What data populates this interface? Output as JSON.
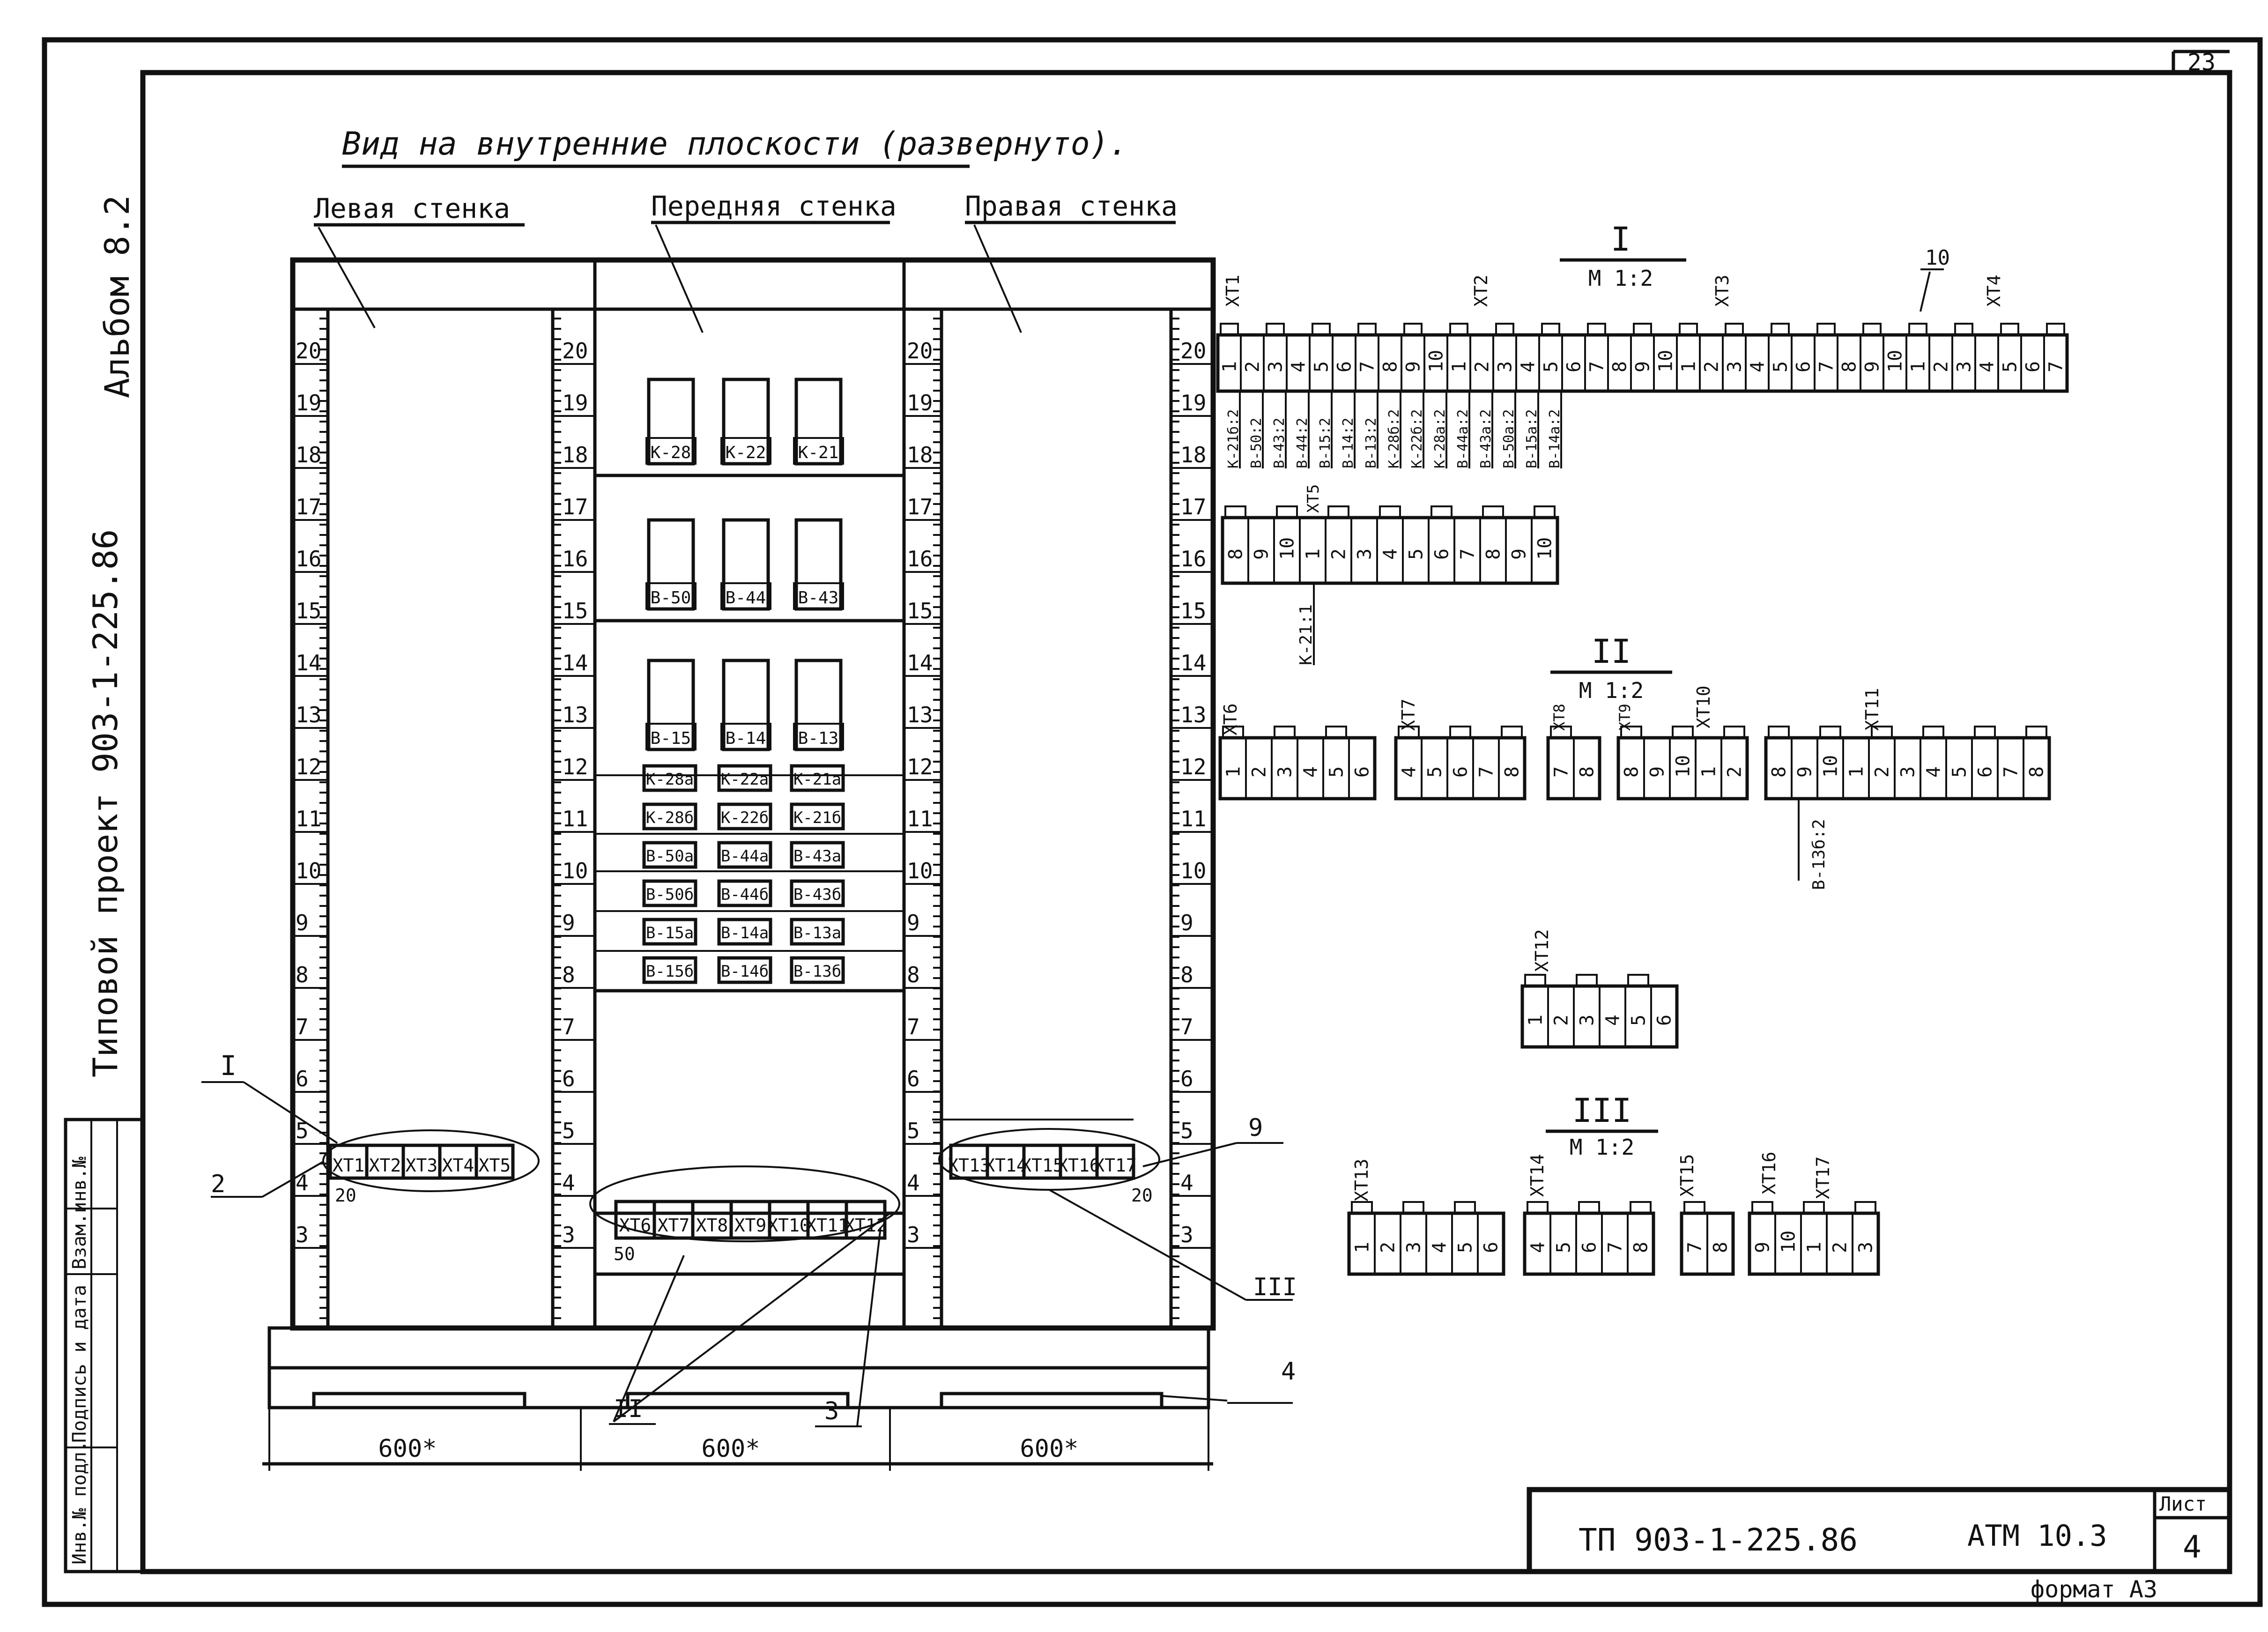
{
  "sheet_number_top": "23",
  "title": "Вид на внутренние плоскости (развернуто).",
  "side_labels": {
    "album": "Альбом 8.2",
    "project": "Типовой проект 903-1-225.86"
  },
  "stamp_columns": [
    "Инв.№ подл.",
    "Подпись и дата",
    "Взам.инв.№"
  ],
  "walls": {
    "left_label": "Левая стенка",
    "front_label": "Передняя стенка",
    "right_label": "Правая стенка",
    "left_width": "600*",
    "front_width": "600*",
    "right_width": "600*"
  },
  "scale_ticks": [
    "20",
    "19",
    "18",
    "17",
    "16",
    "15",
    "14",
    "13",
    "12",
    "11",
    "10",
    "9",
    "8",
    "7",
    "6",
    "5",
    "4",
    "3"
  ],
  "front_devices": {
    "row1": [
      "K-28",
      "K-22",
      "K-21"
    ],
    "row2": [
      "B-50",
      "B-44",
      "B-43"
    ],
    "row3": [
      "B-15",
      "B-14",
      "B-13"
    ],
    "labels": [
      [
        "K-28a",
        "K-22a",
        "K-21a"
      ],
      [
        "K-28б",
        "K-22б",
        "K-21б"
      ],
      [
        "B-50a",
        "B-44a",
        "B-43a"
      ],
      [
        "B-50б",
        "B-44б",
        "B-43б"
      ],
      [
        "B-15a",
        "B-14a",
        "B-13a"
      ],
      [
        "B-15б",
        "B-14б",
        "B-13б"
      ]
    ]
  },
  "terminal_groups": {
    "left": [
      "XT1",
      "XT2",
      "XT3",
      "XT4",
      "XT5"
    ],
    "front": [
      "XT6",
      "XT7",
      "XT8",
      "XT9",
      "XT10",
      "XT11",
      "XT12"
    ],
    "right": [
      "XT13",
      "XT14",
      "XT15",
      "XT16",
      "XT17"
    ]
  },
  "dims": {
    "left_20": "20",
    "front_50": "50",
    "right_20": "20"
  },
  "callouts": {
    "c_I": "I",
    "c_II": "II",
    "c_III": "III",
    "c_2": "2",
    "c_3": "3",
    "c_4": "4",
    "c_9": "9",
    "c_10": "10"
  },
  "detail_I": {
    "roman": "I",
    "scale": "M 1:2",
    "strip_labels": [
      "XT1",
      "XT2",
      "XT3",
      "XT4"
    ],
    "cells": [
      "1",
      "2",
      "3",
      "4",
      "5",
      "6",
      "7",
      "8",
      "9",
      "10",
      "1",
      "2",
      "3",
      "4",
      "5",
      "6",
      "7",
      "8",
      "9",
      "10",
      "1",
      "2",
      "3",
      "4",
      "5",
      "6",
      "7",
      "8",
      "9",
      "10",
      "1",
      "2",
      "3",
      "4",
      "5",
      "6",
      "7"
    ],
    "wire_labels": [
      "K-21б:2",
      "B-50:2",
      "B-43:2",
      "B-44:2",
      "B-15:2",
      "B-14:2",
      "B-13:2",
      "K-28б:2",
      "K-22б:2",
      "K-28a:2",
      "B-44a:2",
      "B-43a:2",
      "B-50a:2",
      "B-15a:2",
      "B-14a:2"
    ],
    "strip2_label": "XT5",
    "strip2_cells": [
      "8",
      "9",
      "10",
      "1",
      "2",
      "3",
      "4",
      "5",
      "6",
      "7",
      "8",
      "9",
      "10"
    ],
    "strip2_wire": "K-21:1"
  },
  "detail_II": {
    "roman": "II",
    "scale": "M 1:2",
    "strip_labels": [
      "XT6",
      "XT7",
      "XT8",
      "XT9",
      "XT10",
      "XT11"
    ],
    "groups": [
      [
        "1",
        "2",
        "3",
        "4",
        "5",
        "6"
      ],
      [
        "4",
        "5",
        "6",
        "7",
        "8"
      ],
      [
        "7",
        "8"
      ],
      [
        "8",
        "9",
        "10",
        "1",
        "2"
      ],
      [
        "8",
        "9",
        "10",
        "1",
        "2",
        "3",
        "4",
        "5",
        "6",
        "7",
        "8"
      ]
    ],
    "wire": "B-13б:2"
  },
  "detail_XT12": {
    "label": "XT12",
    "cells": [
      "1",
      "2",
      "3",
      "4",
      "5",
      "6"
    ]
  },
  "detail_III": {
    "roman": "III",
    "scale": "M 1:2",
    "strip_labels": [
      "XT13",
      "XT14",
      "XT15",
      "XT16",
      "XT17"
    ],
    "groups": [
      [
        "1",
        "2",
        "3",
        "4",
        "5",
        "6"
      ],
      [
        "4",
        "5",
        "6",
        "7",
        "8"
      ],
      [
        "7",
        "8"
      ],
      [
        "9",
        "10",
        "1",
        "2",
        "3"
      ]
    ]
  },
  "title_block": {
    "code": "ТП 903-1-225.86",
    "doc": "АТМ 10.3",
    "sheet_label": "Лист",
    "sheet_no": "4",
    "format": "формат А3"
  }
}
